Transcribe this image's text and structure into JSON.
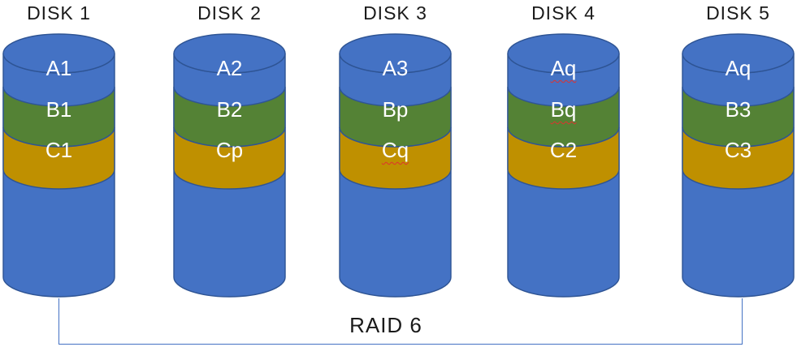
{
  "diagram": {
    "raid_label": "RAID 6",
    "disks": [
      {
        "label": "DISK 1",
        "blocks": [
          {
            "text": "A1",
            "band": "blue",
            "misspelled": false
          },
          {
            "text": "B1",
            "band": "green",
            "misspelled": false
          },
          {
            "text": "C1",
            "band": "gold",
            "misspelled": false
          }
        ]
      },
      {
        "label": "DISK 2",
        "blocks": [
          {
            "text": "A2",
            "band": "blue",
            "misspelled": false
          },
          {
            "text": "B2",
            "band": "green",
            "misspelled": false
          },
          {
            "text": "Cp",
            "band": "gold",
            "misspelled": false
          }
        ]
      },
      {
        "label": "DISK 3",
        "blocks": [
          {
            "text": "A3",
            "band": "blue",
            "misspelled": false
          },
          {
            "text": "Bp",
            "band": "green",
            "misspelled": false
          },
          {
            "text": "Cq",
            "band": "gold",
            "misspelled": true
          }
        ]
      },
      {
        "label": "DISK 4",
        "blocks": [
          {
            "text": "Aq",
            "band": "blue",
            "misspelled": true
          },
          {
            "text": "Bq",
            "band": "green",
            "misspelled": true
          },
          {
            "text": "C2",
            "band": "gold",
            "misspelled": false
          }
        ]
      },
      {
        "label": "DISK 5",
        "blocks": [
          {
            "text": "Aq",
            "band": "blue",
            "misspelled": false
          },
          {
            "text": "B3",
            "band": "green",
            "misspelled": false
          },
          {
            "text": "C3",
            "band": "gold",
            "misspelled": false
          }
        ]
      }
    ],
    "colors": {
      "disk_body": "#4472C4",
      "band_green": "#548235",
      "band_gold": "#BF9000",
      "outline": "#2E5494",
      "bracket_line": "#4472C4",
      "block_text": "#FFFFFF",
      "label_text": "#1A1A1A",
      "squiggle": "#E0312E"
    }
  }
}
